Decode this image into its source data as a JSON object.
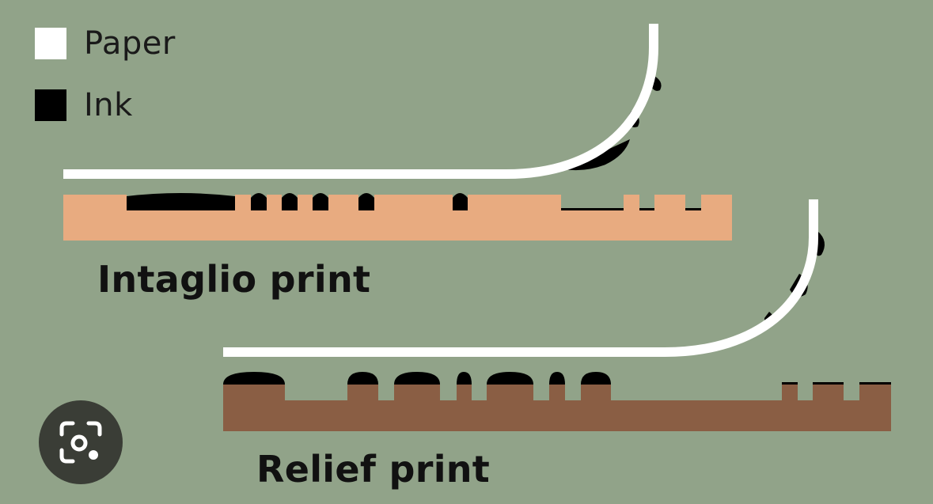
{
  "legend": {
    "paper_label": "Paper",
    "ink_label": "Ink"
  },
  "captions": {
    "intaglio": "Intaglio print",
    "relief": "Relief print"
  },
  "colors": {
    "background": "#91a389",
    "paper": "#ffffff",
    "ink": "#000000",
    "intaglio_plate": "#e8ab80",
    "relief_block": "#8a5e44"
  },
  "overlay": {
    "icon": "visual-search-icon"
  }
}
